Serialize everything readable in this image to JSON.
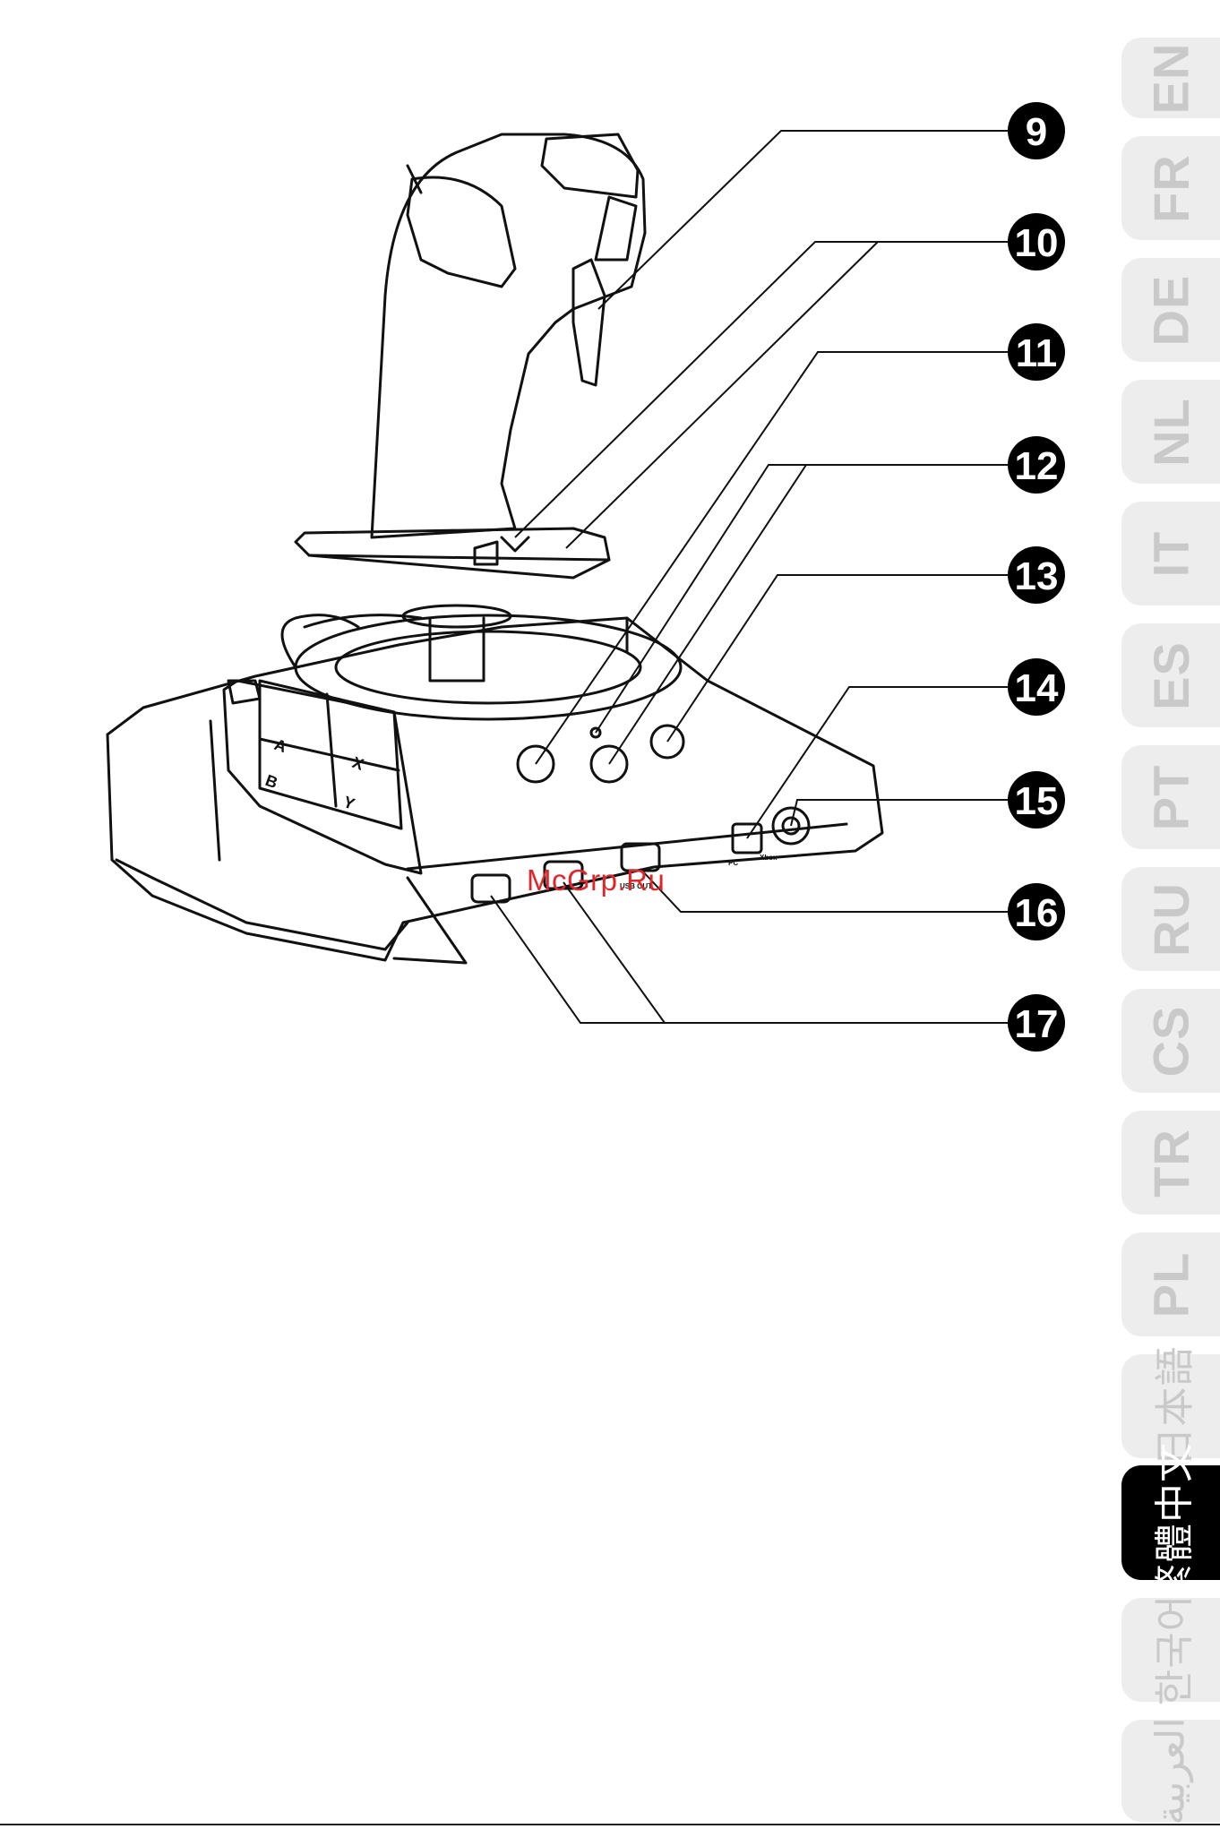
{
  "callouts": [
    {
      "number": "9"
    },
    {
      "number": "10"
    },
    {
      "number": "11"
    },
    {
      "number": "12"
    },
    {
      "number": "13"
    },
    {
      "number": "14"
    },
    {
      "number": "15"
    },
    {
      "number": "16"
    },
    {
      "number": "17"
    }
  ],
  "device": {
    "buttons": {
      "a": "A",
      "b": "B",
      "x": "X",
      "y": "Y"
    },
    "ports": {
      "usb_out": "USB OUT",
      "pc": "PC",
      "xbox": "Xbox"
    }
  },
  "watermark": "McGrp.Ru",
  "language_tabs": [
    {
      "label": "EN"
    },
    {
      "label": "FR"
    },
    {
      "label": "DE"
    },
    {
      "label": "NL"
    },
    {
      "label": "IT"
    },
    {
      "label": "ES"
    },
    {
      "label": "PT"
    },
    {
      "label": "RU"
    },
    {
      "label": "CS"
    },
    {
      "label": "TR"
    },
    {
      "label": "PL"
    },
    {
      "label": "日本語"
    },
    {
      "label": "繁體中文",
      "active": true
    },
    {
      "label": "한국어"
    },
    {
      "label": "العربية"
    }
  ],
  "colors": {
    "callout_fill": "#000000",
    "active_tab": "#000000",
    "inactive_tab": "#ededed",
    "watermark": "#e0262b"
  }
}
